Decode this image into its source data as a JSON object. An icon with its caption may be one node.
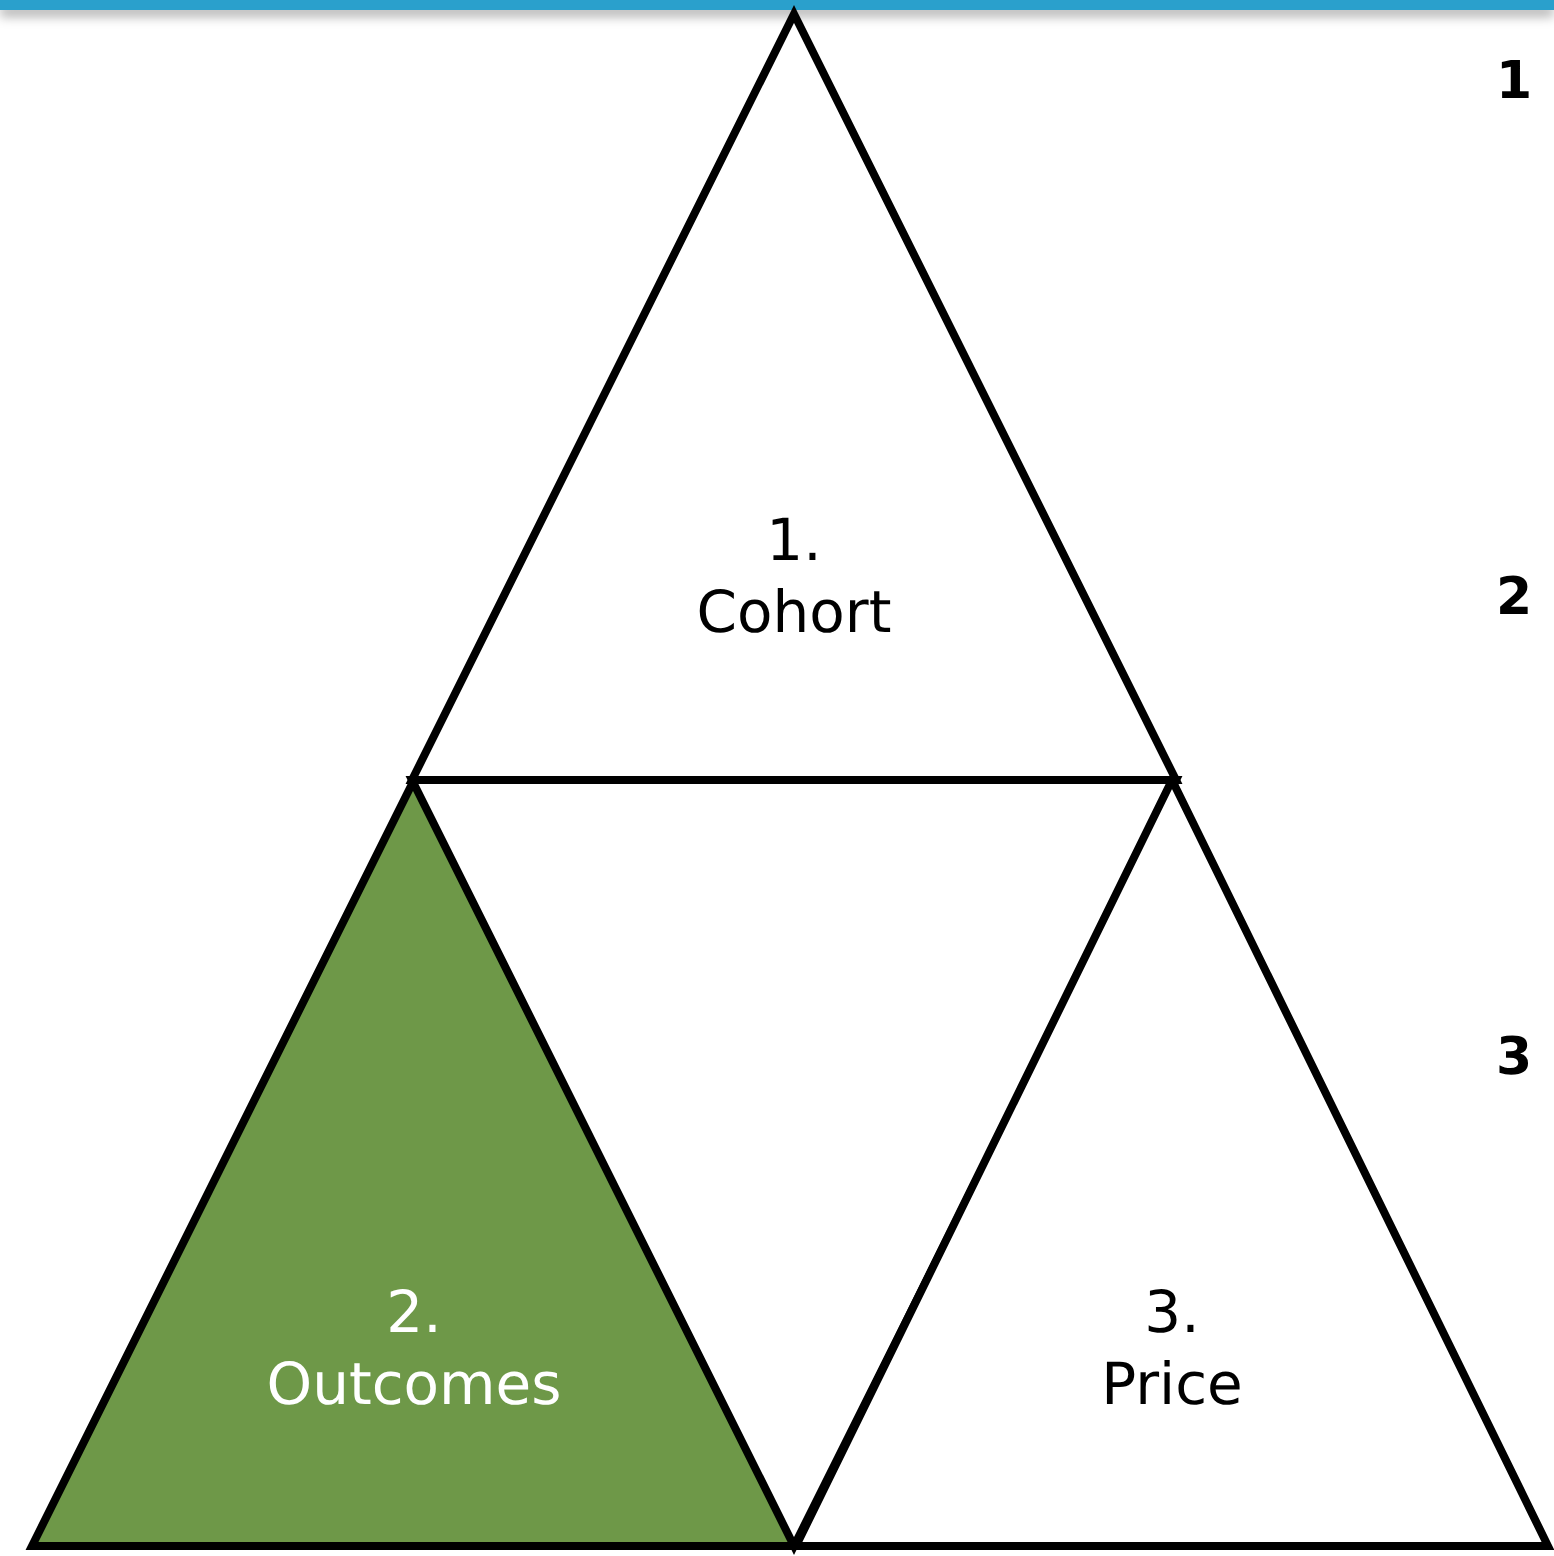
{
  "diagram": {
    "nodes": [
      {
        "text": [
          "1. Cohort"
        ]
      },
      {
        "text": [
          "2. Outcomes"
        ]
      },
      {
        "text": [],
        "shape": "triangle"
      },
      {
        "text": [
          "3. Price"
        ]
      }
    ],
    "edges": [],
    "labels": [
      "1",
      "2",
      "3"
    ]
  }
}
